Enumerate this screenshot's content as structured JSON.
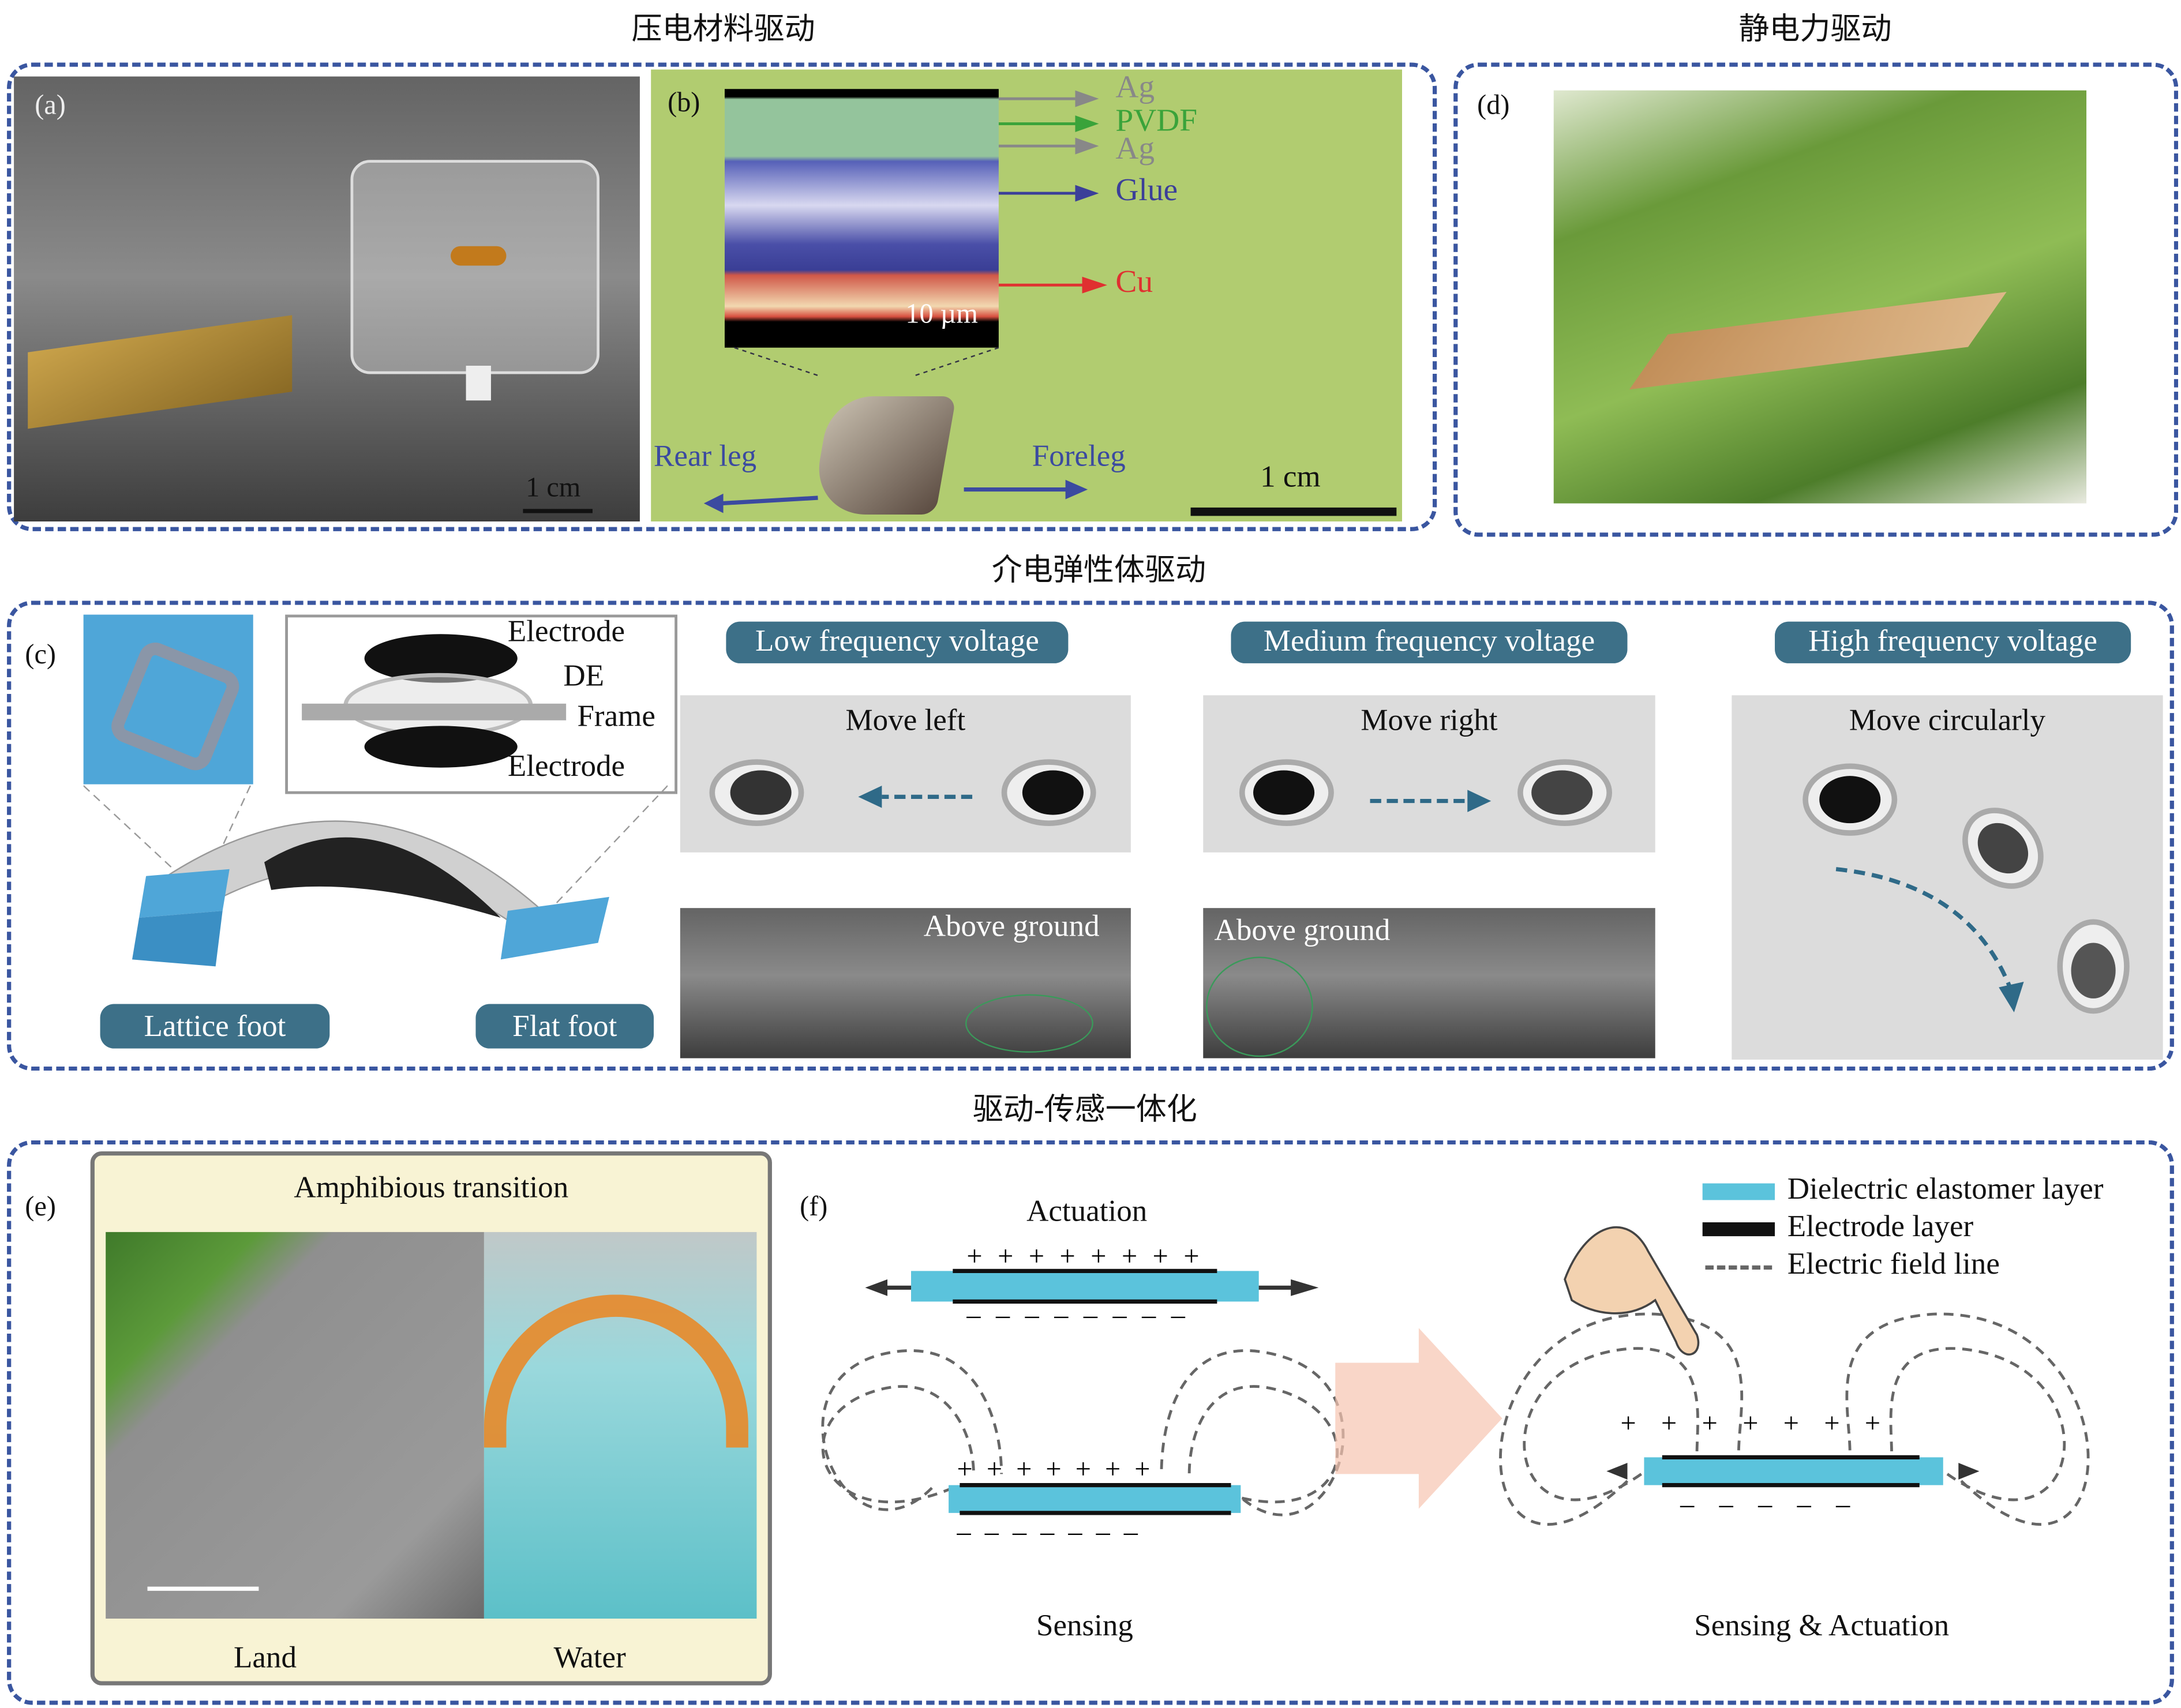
{
  "sections": {
    "piezo": "压电材料驱动",
    "electrostatic": "静电力驱动",
    "dielectric": "介电弹性体驱动",
    "integration": "驱动-传感一体化"
  },
  "panel_a": {
    "label": "(a)",
    "scale": "1 cm"
  },
  "panel_b": {
    "label": "(b)",
    "layers": [
      {
        "name": "Ag",
        "color": "#888888"
      },
      {
        "name": "PVDF",
        "color": "#3aa33a"
      },
      {
        "name": "Ag",
        "color": "#888888"
      },
      {
        "name": "Glue",
        "color": "#3b3f99"
      },
      {
        "name": "Cu",
        "color": "#e03030"
      }
    ],
    "sem_scale": "10 µm",
    "rear_leg": "Rear leg",
    "foreleg": "Foreleg",
    "scale": "1 cm"
  },
  "panel_d": {
    "label": "(d)"
  },
  "panel_c": {
    "label": "(c)",
    "de_labels": [
      "Electrode",
      "DE",
      "Frame",
      "Electrode"
    ],
    "lattice_foot": "Lattice foot",
    "flat_foot": "Flat foot",
    "modes": [
      {
        "title": "Low frequency voltage",
        "motion": "Move left",
        "photo": "Above ground"
      },
      {
        "title": "Medium frequency voltage",
        "motion": "Move right",
        "photo": "Above ground"
      },
      {
        "title": "High frequency voltage",
        "motion": "Move circularly"
      }
    ]
  },
  "panel_e": {
    "label": "(e)",
    "title": "Amphibious transition",
    "land": "Land",
    "water": "Water"
  },
  "panel_f": {
    "label": "(f)",
    "actuation": "Actuation",
    "sensing": "Sensing",
    "sensing_actuation": "Sensing & Actuation",
    "legend": [
      "Dielectric elastomer layer",
      "Electrode layer",
      "Electric field line"
    ],
    "colors": {
      "dielectric": "#5bc3dc",
      "electrode": "#111111",
      "field": "#666666"
    }
  },
  "colors": {
    "dashed_border": "#3a56a0",
    "pill": "#3d7088"
  }
}
